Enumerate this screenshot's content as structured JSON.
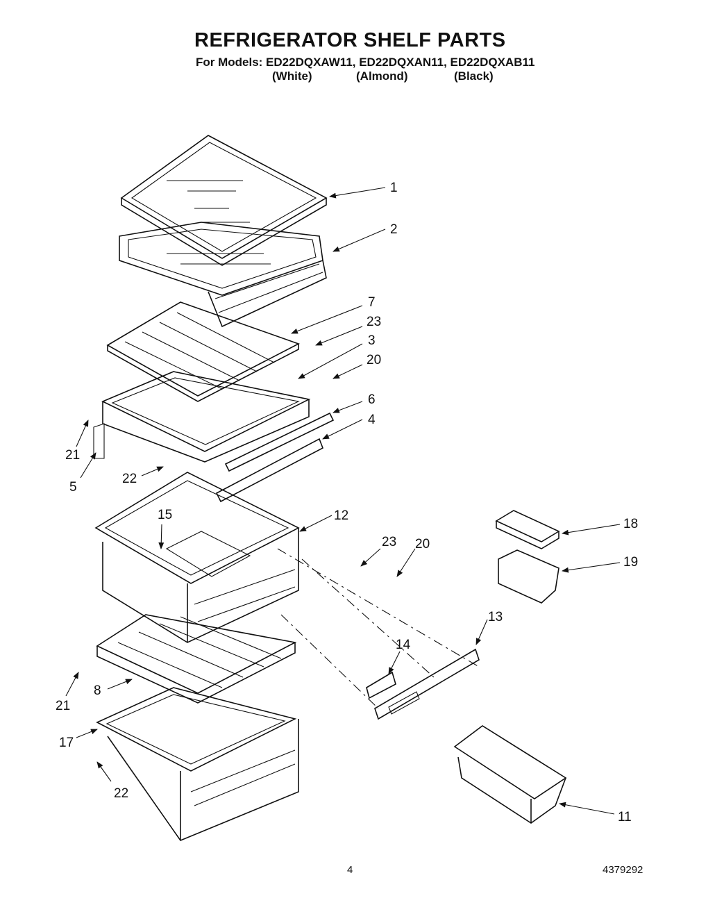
{
  "header": {
    "title": "REFRIGERATOR SHELF PARTS",
    "models": "For Models: ED22DQXAW11, ED22DQXAN11, ED22DQXAB11",
    "variants": [
      "(White)",
      "(Almond)",
      "(Black)"
    ]
  },
  "callouts": [
    "1",
    "2",
    "7",
    "23",
    "3",
    "20",
    "6",
    "4",
    "21",
    "5",
    "22",
    "15",
    "12",
    "23",
    "20",
    "18",
    "19",
    "13",
    "14",
    "21",
    "8",
    "17",
    "22",
    "11"
  ],
  "footer": {
    "page_number": "4",
    "document_number": "4379292"
  }
}
